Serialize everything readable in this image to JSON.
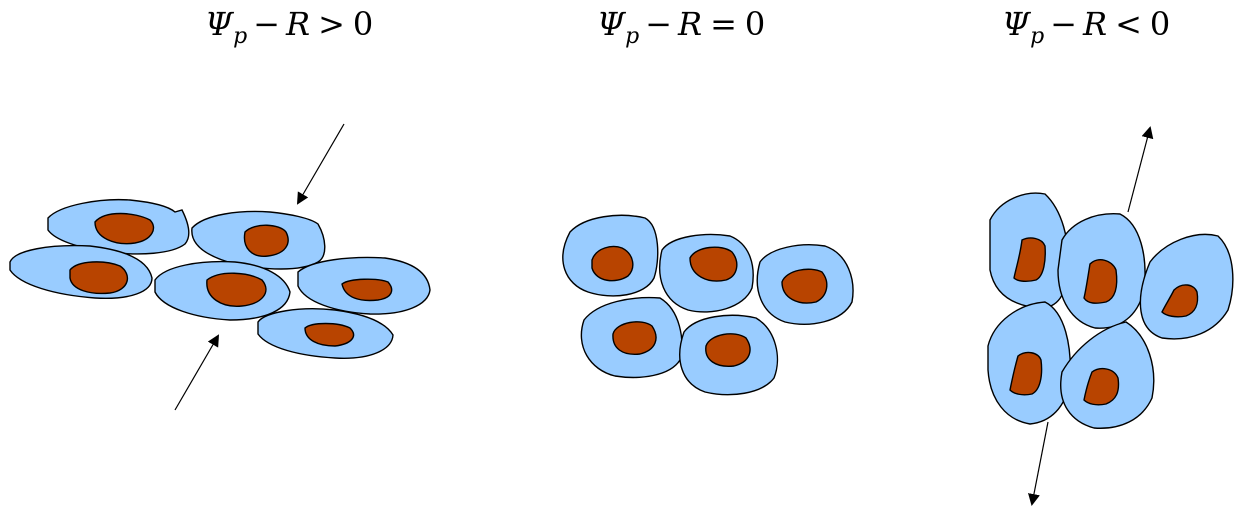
{
  "colors": {
    "cytoplasm": "#99ccff",
    "nucleus": "#b84400",
    "outline": "#000000"
  },
  "panels": [
    {
      "symbol": "Ψ",
      "subscript": "p",
      "minus": "−",
      "variable": "R",
      "relation": ">",
      "value": "0"
    },
    {
      "symbol": "Ψ",
      "subscript": "p",
      "minus": "−",
      "variable": "R",
      "relation": "=",
      "value": "0"
    },
    {
      "symbol": "Ψ",
      "subscript": "p",
      "minus": "−",
      "variable": "R",
      "relation": "<",
      "value": "0"
    }
  ]
}
